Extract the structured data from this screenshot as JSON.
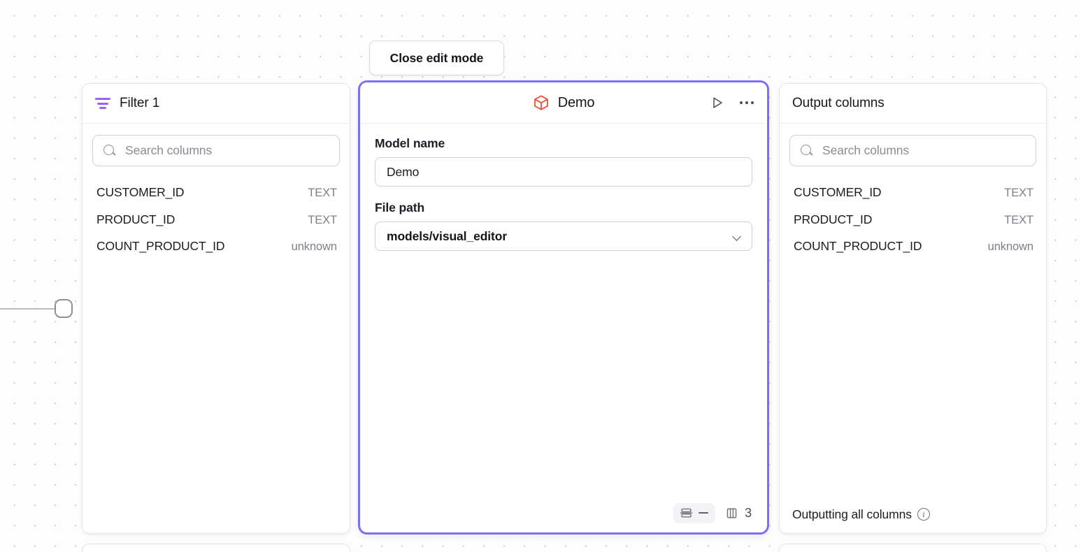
{
  "toolbar": {
    "close_edit_mode_label": "Close edit mode"
  },
  "filter_panel": {
    "title": "Filter 1",
    "icon": "filter-icon",
    "search": {
      "placeholder": "Search columns",
      "value": "",
      "icon": "search-icon"
    },
    "columns": [
      {
        "name": "CUSTOMER_ID",
        "type": "TEXT"
      },
      {
        "name": "PRODUCT_ID",
        "type": "TEXT"
      },
      {
        "name": "COUNT_PRODUCT_ID",
        "type": "unknown"
      }
    ]
  },
  "model_panel": {
    "title": "Demo",
    "icon": "cube-icon",
    "selected": true,
    "accent_color": "#7d6ef6",
    "cube_color": "#e8482c",
    "actions": {
      "run_label": "Run",
      "run_icon": "play-icon",
      "more_label": "More options",
      "more_icon": "ellipsis-icon"
    },
    "fields": [
      {
        "label": "Model name",
        "type": "text",
        "value": "Demo",
        "placeholder": ""
      },
      {
        "label": "File path",
        "type": "select",
        "value": "models/visual_editor",
        "placeholder": "",
        "icon": "chevron-down-icon"
      }
    ],
    "footer": {
      "rows_icon": "rows-icon",
      "rows_value": "—",
      "columns_icon": "columns-icon",
      "columns_count": "3"
    }
  },
  "output_panel": {
    "title": "Output columns",
    "search": {
      "placeholder": "Search columns",
      "value": "",
      "icon": "search-icon"
    },
    "columns": [
      {
        "name": "CUSTOMER_ID",
        "type": "TEXT"
      },
      {
        "name": "PRODUCT_ID",
        "type": "TEXT"
      },
      {
        "name": "COUNT_PRODUCT_ID",
        "type": "unknown"
      }
    ],
    "footer": {
      "text": "Outputting all columns",
      "icon": "info-icon"
    }
  },
  "canvas": {
    "handle_icon": "node-connector-handle",
    "edge_icon": "connection-edge"
  }
}
